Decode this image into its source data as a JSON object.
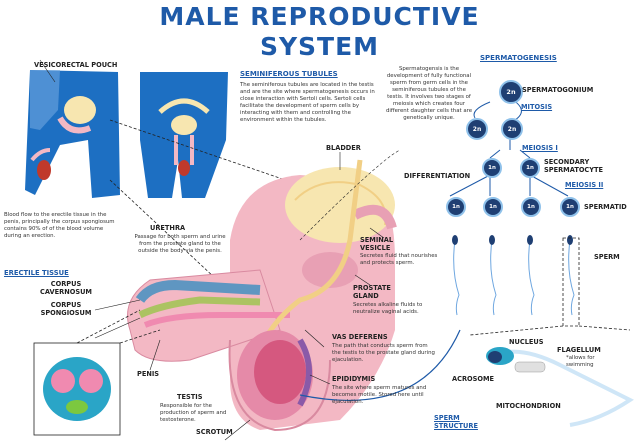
{
  "title": {
    "line1": "MALE REPRODUCTIVE",
    "line2": "SYSTEM"
  },
  "labels": {
    "vesicorectal_pouch": "VESICORECTAL POUCH",
    "seminiferous_title": "SEMINIFEROUS TUBULES",
    "seminiferous_text": "The seminiferous tubules are located in the testis and are the site where spermatogenesis occurs in close interaction with Sertoli cells. Sertoli cells facilitate the development of sperm cells by interacting with them and controlling the environment within the tubules.",
    "bladder": "BLADDER",
    "blood_flow_text": "Blood flow to the erectile tissue in the penis, principally the corpus spongiosum contains 90% of of the blood volume during an erection.",
    "urethra_title": "URETHRA",
    "urethra_text": "Passage for both sperm and urine from the prostate gland to the outside the body via the penis.",
    "erectile_tissue": "ERECTILE TISSUE",
    "corpus_cavernosum": "CORPUS CAVERNOSUM",
    "corpus_spongiosum": "CORPUS SPONGIOSUM",
    "seminal_vesicle": "SEMINAL VESICLE",
    "seminal_vesicle_text": "Secretes fluid that nourishes and protects sperm.",
    "prostate_gland": "PROSTATE GLAND",
    "prostate_gland_text": "Secretes alkaline fluids to neutralize vaginal acids.",
    "vas_deferens": "VAS DEFERENS",
    "vas_deferens_text": "The path that conducts sperm from the testis to the prostate gland during ejaculation.",
    "penis": "PENIS",
    "epididymis": "EPIDIDYMIS",
    "epididymis_text": "The site where sperm matures and becomes motile. Stored here until ejaculation.",
    "testis": "TESTIS",
    "testis_text": "Responsible for the production of sperm and testosterone.",
    "scrotum": "SCROTUM",
    "spermatogenesis_title": "SPERMATOGENESIS",
    "spermatogenesis_text": "Spermatogensis is the development of fully functional sperm from germ cells in the seminiferous tubules of the testis. It involves two stages of meiosis which creates four different daughter cells that are genetically unique.",
    "spermatogonium": "SPERMATOGONIUM",
    "mitosis": "MITOSIS",
    "meiosis_1": "MEIOSIS I",
    "secondary_spermatocyte": "SECONDARY SPERMATOCYTE",
    "differentiation": "DIFFERENTIATION",
    "meiosis_2": "MEIOSIS II",
    "spermatid": "SPERMATID",
    "sperm": "SPERM",
    "nucleus": "NUCLEUS",
    "flagellum": "FLAGELLUM",
    "flagellum_note": "*allows for swimming",
    "acrosome": "ACROSOME",
    "mitochondrion": "MITOCHONDRION",
    "sperm_structure": "SPERM STRUCTURE",
    "cell_2n": "2n",
    "cell_1n": "1n"
  },
  "colors": {
    "title_blue": "#1e5aa8",
    "body_blue": "#1d6fc2",
    "skin_pink": "#f3b8c4",
    "bladder_yellow": "#f7e6b0",
    "cell_navy": "#1f3f73",
    "cell_light": "#5a9ee0"
  }
}
